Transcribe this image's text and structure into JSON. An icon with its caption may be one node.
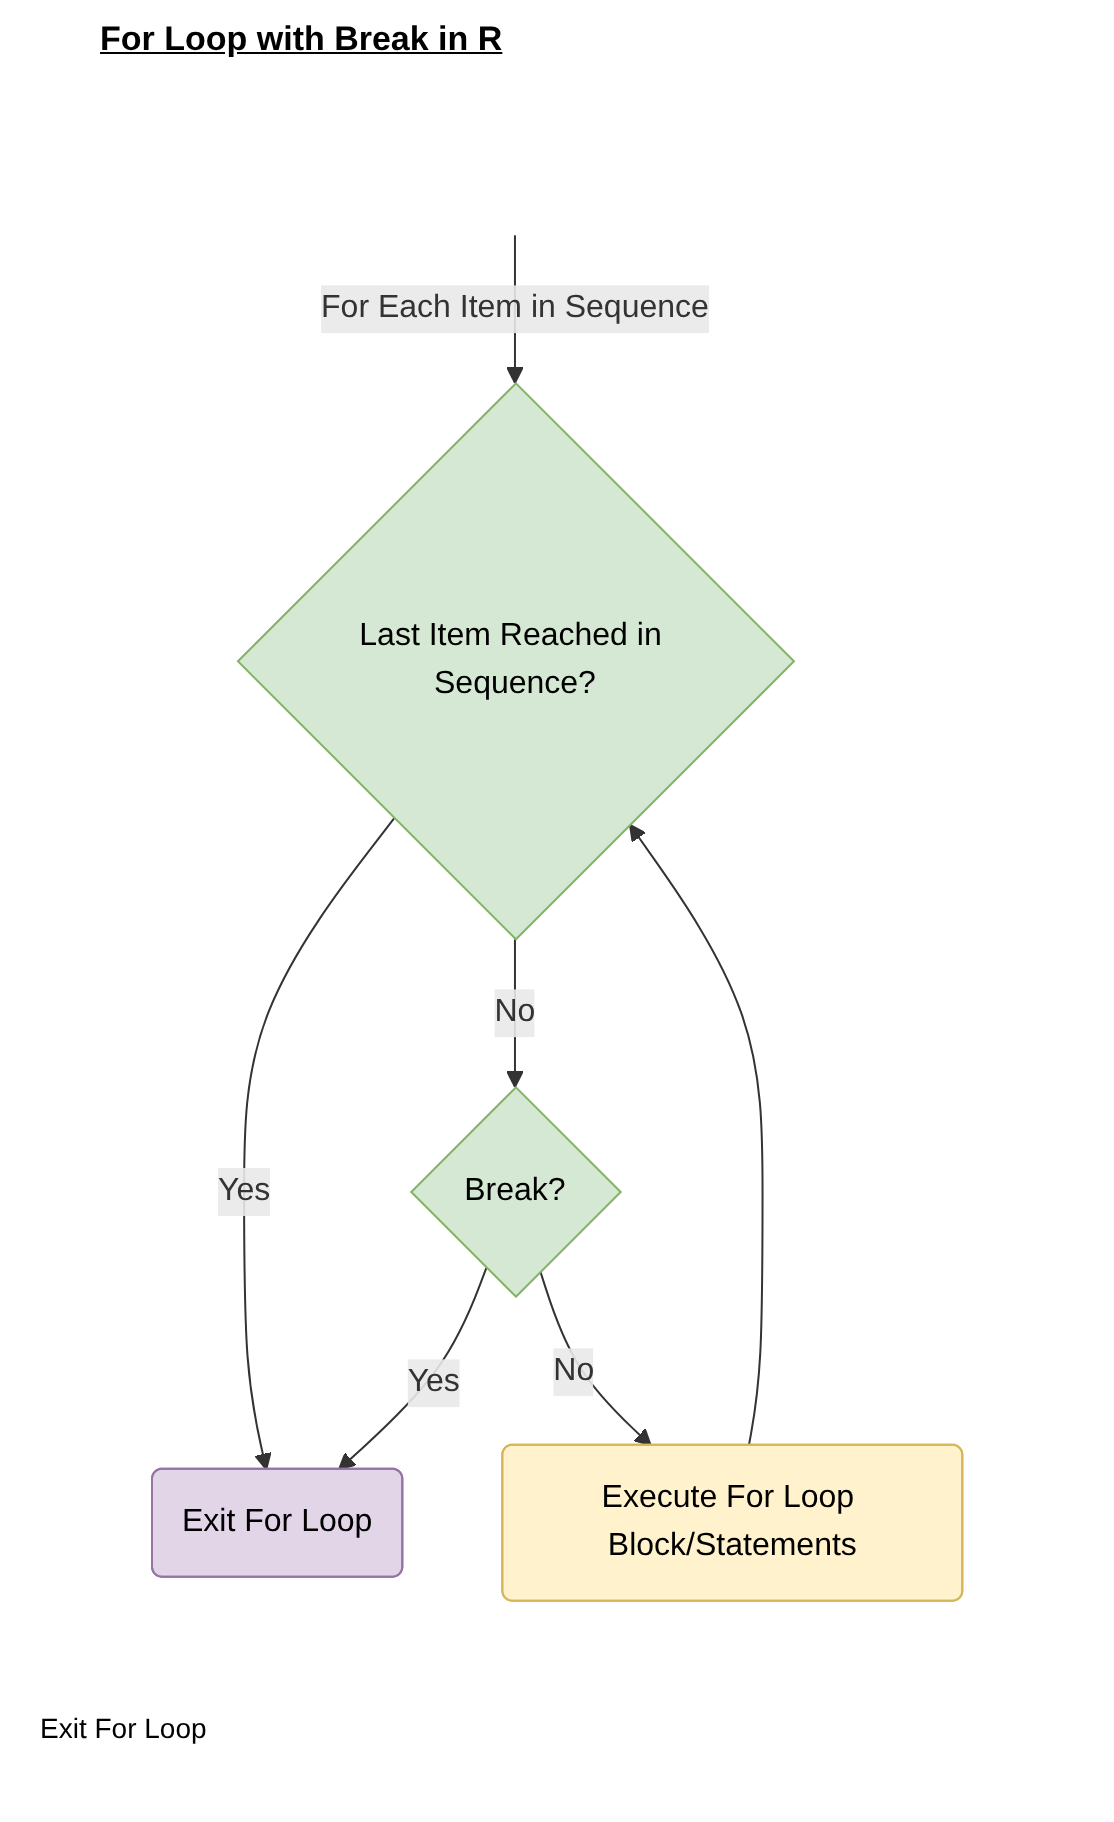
{
  "diagram": {
    "title": "For Loop with Break in R",
    "nodes": [
      {
        "text": [
          "Last Item Reached in Sequence?"
        ]
      },
      {
        "text": [
          "Break?"
        ]
      },
      {
        "text": [
          "Execute For Loop Block/Statements"
        ]
      },
      {
        "text": [
          "Exit For Loop"
        ]
      }
    ],
    "edges": [
      {
        "from": null,
        "to": 0,
        "arrow": "to",
        "label": "For Each Item in Sequence"
      },
      {
        "from": 0,
        "to": 3,
        "arrow": "to",
        "label": "Yes"
      },
      {
        "from": 0,
        "to": 1,
        "arrow": "to",
        "label": "No"
      },
      {
        "from": 1,
        "to": 3,
        "arrow": "to",
        "label": "Yes"
      },
      {
        "from": 1,
        "to": 2,
        "arrow": "to",
        "label": "No"
      },
      {
        "from": 2,
        "to": 0,
        "arrow": "to"
      }
    ],
    "labels": [
      "Exit For Loop"
    ]
  }
}
